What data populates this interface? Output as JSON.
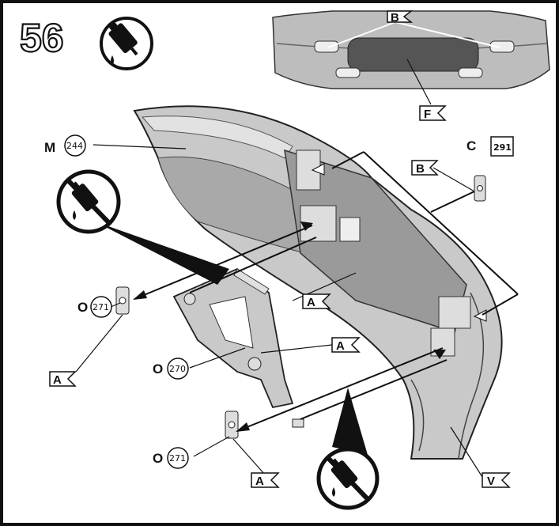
{
  "step_number": "56",
  "labels": {
    "flag_B_top": "B",
    "flag_F": "F",
    "flag_B_right": "B",
    "flag_A_center": "A",
    "flag_A_mid": "A",
    "flag_A_left": "A",
    "flag_A_bottom": "A",
    "flag_V": "V",
    "letter_M": "M",
    "num_244": "244",
    "letter_C": "C",
    "num_291": "291",
    "letter_O_1": "O",
    "num_271_1": "271",
    "letter_O_2": "O",
    "num_270": "270",
    "letter_O_3": "O",
    "num_271_2": "271"
  },
  "icons": [
    "adhesive-tube-icon",
    "no-adhesive-icon"
  ],
  "colors": {
    "part_fill": "#c9c9c9",
    "part_dark": "#8a8a8a",
    "ink": "#111111"
  }
}
